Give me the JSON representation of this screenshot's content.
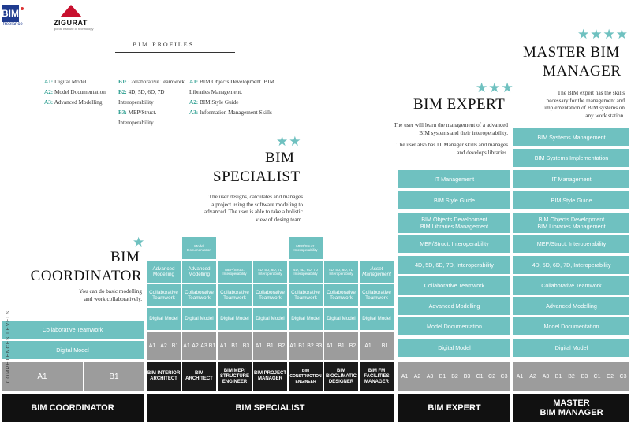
{
  "logos": {
    "bim": "BIM",
    "bim_sub": "freelance",
    "zigurat": "ZIGURAT",
    "zigurat_sub": "global institute of technology"
  },
  "profiles_title": "BIM PROFILES",
  "legend": {
    "col1": [
      {
        "code": "A1:",
        "text": " Digital Model"
      },
      {
        "code": "A2:",
        "text": " Model Documentation"
      },
      {
        "code": "A3:",
        "text": " Advanced Modelling"
      }
    ],
    "col2": [
      {
        "code": "B1:",
        "text": " Collaborative Teamwork"
      },
      {
        "code": "B2:",
        "text": " 4D, 5D, 6D, 7D"
      },
      {
        "code": "",
        "text": "Interoperability"
      },
      {
        "code": "B3:",
        "text": " MEP/Struct."
      },
      {
        "code": "",
        "text": "Interoperability"
      }
    ],
    "col3": [
      {
        "code": "A1:",
        "text": " BIM Objects Development. BIM"
      },
      {
        "code": "",
        "text": "Libraries Management."
      },
      {
        "code": "A2:",
        "text": " BIM Style Guide"
      },
      {
        "code": "A3:",
        "text": " Information Management Skills"
      }
    ]
  },
  "coordinator": {
    "stars": "★",
    "title1": "BIM",
    "title2": "COORDINATOR",
    "desc1": "You can do basic modelling",
    "desc2": "and work collaboratively.",
    "cells": [
      "Collaborative Teamwork",
      "Digital Model"
    ],
    "levels": [
      "A1",
      "B1"
    ],
    "bar": "BIM COORDINATOR"
  },
  "specialist": {
    "stars": "★★",
    "title1": "BIM",
    "title2": "SPECIALIST",
    "desc": [
      "The user designs, calculates and manages",
      "a project using the software modeling to",
      "advanced. The user is able to take a holistic",
      "view of desing team."
    ],
    "columns": [
      {
        "top": "Advanced Modelling",
        "levels": [
          "A1",
          "A2",
          "B1"
        ],
        "role": "BIM INTERIOR ARCHITECT"
      },
      {
        "extra": "Model Documentation",
        "top": "Advanced Modelling",
        "levels": [
          "A1",
          "A2",
          "A3",
          "B1"
        ],
        "role": "BIM ARCHITECT"
      },
      {
        "top": "MEP/Struct. Interoperability",
        "levels": [
          "A1",
          "B1",
          "B3"
        ],
        "role": "BIM MEP/ STRUCTURE ENGINEER"
      },
      {
        "top": "4D, 5D, 6D, 7D Interoperability",
        "levels": [
          "A1",
          "B1",
          "B2"
        ],
        "role": "BIM PROJECT MANAGER"
      },
      {
        "extra": "MEP/Struct. Interoperability",
        "top": "4D, 5D, 6D, 7D Interoperability",
        "levels": [
          "A1",
          "B1",
          "B2",
          "B3"
        ],
        "role": "BIM CONSTRUCTION ENGINEER"
      },
      {
        "top": "4D, 5D, 6D, 7D Interoperability",
        "levels": [
          "A1",
          "B1",
          "B2"
        ],
        "role": "BIM BIOCLIMATIC DESIGNER"
      },
      {
        "top": "Asset Management",
        "levels": [
          "A1",
          "B1"
        ],
        "role": "BIM FM FACILITIES MANAGER"
      }
    ],
    "collab": "Collaborative Teamwork",
    "digital": "Digital Model",
    "bar": "BIM SPECIALIST"
  },
  "expert": {
    "stars": "★★★",
    "title": "BIM EXPERT",
    "desc": [
      "The user will learn the management of a advanced",
      "BIM systems and their interoperability.",
      "",
      "The user also has IT Manager skills and manages",
      "and develops libraries."
    ],
    "cells": [
      "IT Management",
      "BIM Style Guide",
      "BIM Objects Development\nBIM Libraries Management",
      "MEP/Struct. Interoperability",
      "4D, 5D, 6D, 7D, Interoperability",
      "Collaborative Teamwork",
      "Advanced Modelling",
      "Model Documentation",
      "Digital Model"
    ],
    "levels": [
      "A1",
      "A2",
      "A3",
      "B1",
      "B2",
      "B3",
      "C1",
      "C2",
      "C3"
    ],
    "bar": "BIM EXPERT"
  },
  "master": {
    "stars": "★★★★",
    "title1": "MASTER BIM",
    "title2": "MANAGER",
    "desc": [
      "The BIM expert has the skills",
      "necessary for the management and",
      "implementation of BIM systems on",
      "any work station."
    ],
    "cells": [
      "BIM Systems Management",
      "BIM Systems Implementation",
      "IT Management",
      "BIM Style Guide",
      "BIM Objects Development\nBIM Libraries Management",
      "MEP/Struct. Interoperability",
      "4D, 5D, 6D, 7D, Interoperability",
      "Collaborative Teamwork",
      "Advanced Modelling",
      "Model Documentation",
      "Digital Model"
    ],
    "levels": [
      "A1",
      "A2",
      "A3",
      "B1",
      "B2",
      "B3",
      "C1",
      "C2",
      "C3"
    ],
    "bar1": "MASTER",
    "bar2": "BIM MANAGER"
  },
  "competences_label": "COMPETENCES LEVELS"
}
